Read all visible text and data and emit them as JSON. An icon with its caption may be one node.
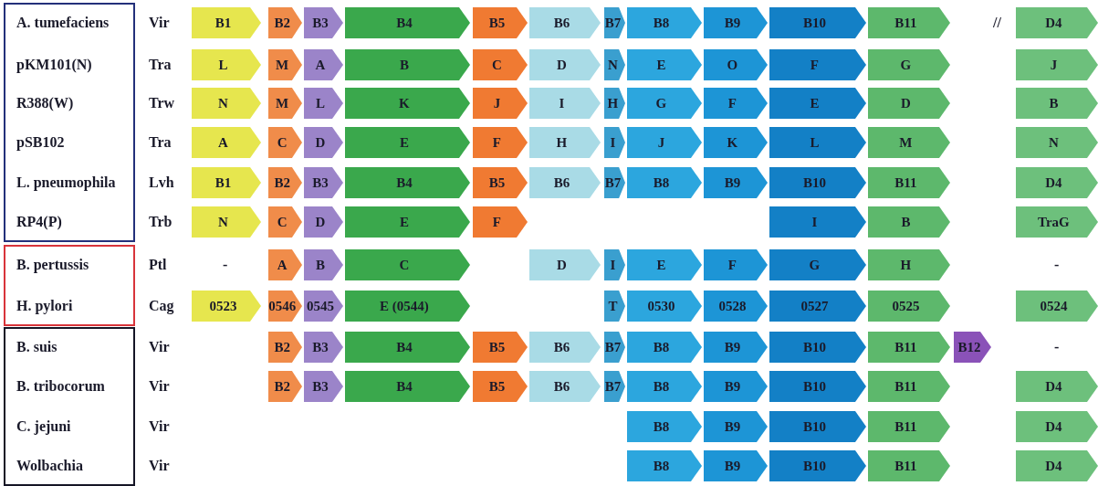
{
  "diagram": {
    "nodes": [
      {
        "text": [
          "A. tumefaciens",
          "pKM101(N)",
          "R388(W)",
          "pSB102",
          "L. pneumophila",
          "RP4(P)"
        ]
      },
      {
        "text": [
          "B. pertussis",
          "H. pylori"
        ]
      },
      {
        "text": [
          "B. suis",
          "B. tribocorum",
          "C. jejuni",
          "Wolbachia"
        ]
      },
      {
        "text": [
          "B1"
        ]
      },
      {
        "text": [
          "B2"
        ]
      },
      {
        "text": [
          "B3"
        ]
      },
      {
        "text": [
          "B4"
        ]
      },
      {
        "text": [
          "B5"
        ]
      },
      {
        "text": [
          "B6"
        ]
      },
      {
        "text": [
          "B7"
        ]
      },
      {
        "text": [
          "B8"
        ]
      },
      {
        "text": [
          "B9"
        ]
      },
      {
        "text": [
          "B10"
        ]
      },
      {
        "text": [
          "B11"
        ]
      },
      {
        "text": [
          "D4"
        ]
      },
      {
        "text": [
          "L"
        ]
      },
      {
        "text": [
          "M"
        ]
      },
      {
        "text": [
          "A"
        ]
      },
      {
        "text": [
          "B"
        ]
      },
      {
        "text": [
          "C"
        ]
      },
      {
        "text": [
          "D"
        ]
      },
      {
        "text": [
          "N"
        ]
      },
      {
        "text": [
          "E"
        ]
      },
      {
        "text": [
          "O"
        ]
      },
      {
        "text": [
          "F"
        ]
      },
      {
        "text": [
          "G"
        ]
      },
      {
        "text": [
          "J"
        ]
      },
      {
        "text": [
          "N"
        ]
      },
      {
        "text": [
          "M"
        ]
      },
      {
        "text": [
          "L"
        ]
      },
      {
        "text": [
          "K"
        ]
      },
      {
        "text": [
          "J"
        ]
      },
      {
        "text": [
          "I"
        ]
      },
      {
        "text": [
          "H"
        ]
      },
      {
        "text": [
          "G"
        ]
      },
      {
        "text": [
          "F"
        ]
      },
      {
        "text": [
          "E"
        ]
      },
      {
        "text": [
          "D"
        ]
      },
      {
        "text": [
          "B"
        ]
      },
      {
        "text": [
          "A"
        ]
      },
      {
        "text": [
          "C"
        ]
      },
      {
        "text": [
          "D"
        ]
      },
      {
        "text": [
          "E"
        ]
      },
      {
        "text": [
          "F"
        ]
      },
      {
        "text": [
          "H"
        ]
      },
      {
        "text": [
          "I"
        ]
      },
      {
        "text": [
          "J"
        ]
      },
      {
        "text": [
          "K"
        ]
      },
      {
        "text": [
          "L"
        ]
      },
      {
        "text": [
          "M"
        ]
      },
      {
        "text": [
          "N"
        ]
      },
      {
        "text": [
          "B1"
        ]
      },
      {
        "text": [
          "B2"
        ]
      },
      {
        "text": [
          "B3"
        ]
      },
      {
        "text": [
          "B4"
        ]
      },
      {
        "text": [
          "B5"
        ]
      },
      {
        "text": [
          "B6"
        ]
      },
      {
        "text": [
          "B7"
        ]
      },
      {
        "text": [
          "B8"
        ]
      },
      {
        "text": [
          "B9"
        ]
      },
      {
        "text": [
          "B10"
        ]
      },
      {
        "text": [
          "B11"
        ]
      },
      {
        "text": [
          "D4"
        ]
      },
      {
        "text": [
          "N"
        ]
      },
      {
        "text": [
          "C"
        ]
      },
      {
        "text": [
          "D"
        ]
      },
      {
        "text": [
          "E"
        ]
      },
      {
        "text": [
          "F"
        ]
      },
      {
        "text": [
          "I"
        ]
      },
      {
        "text": [
          "B"
        ]
      },
      {
        "text": [
          "TraG"
        ]
      },
      {
        "text": [
          "A"
        ]
      },
      {
        "text": [
          "B"
        ]
      },
      {
        "text": [
          "C"
        ]
      },
      {
        "text": [
          "D"
        ]
      },
      {
        "text": [
          "I"
        ]
      },
      {
        "text": [
          "E"
        ]
      },
      {
        "text": [
          "F"
        ]
      },
      {
        "text": [
          "G"
        ]
      },
      {
        "text": [
          "H"
        ]
      },
      {
        "text": [
          "0523"
        ]
      },
      {
        "text": [
          "0546"
        ]
      },
      {
        "text": [
          "0545"
        ]
      },
      {
        "text": [
          "E (0544)"
        ]
      },
      {
        "text": [
          "T"
        ]
      },
      {
        "text": [
          "0530"
        ]
      },
      {
        "text": [
          "0528"
        ]
      },
      {
        "text": [
          "0527"
        ]
      },
      {
        "text": [
          "0525"
        ]
      },
      {
        "text": [
          "0524"
        ]
      },
      {
        "text": [
          "B2"
        ]
      },
      {
        "text": [
          "B3"
        ]
      },
      {
        "text": [
          "B4"
        ]
      },
      {
        "text": [
          "B5"
        ]
      },
      {
        "text": [
          "B6"
        ]
      },
      {
        "text": [
          "B7"
        ]
      },
      {
        "text": [
          "B8"
        ]
      },
      {
        "text": [
          "B9"
        ]
      },
      {
        "text": [
          "B10"
        ]
      },
      {
        "text": [
          "B11"
        ]
      },
      {
        "text": [
          "B12"
        ]
      },
      {
        "text": [
          "B2"
        ]
      },
      {
        "text": [
          "B3"
        ]
      },
      {
        "text": [
          "B4"
        ]
      },
      {
        "text": [
          "B5"
        ]
      },
      {
        "text": [
          "B6"
        ]
      },
      {
        "text": [
          "B7"
        ]
      },
      {
        "text": [
          "B8"
        ]
      },
      {
        "text": [
          "B9"
        ]
      },
      {
        "text": [
          "B10"
        ]
      },
      {
        "text": [
          "B11"
        ]
      },
      {
        "text": [
          "D4"
        ]
      },
      {
        "text": [
          "B8"
        ]
      },
      {
        "text": [
          "B9"
        ]
      },
      {
        "text": [
          "B10"
        ]
      },
      {
        "text": [
          "B11"
        ]
      },
      {
        "text": [
          "D4"
        ]
      },
      {
        "text": [
          "B8"
        ]
      },
      {
        "text": [
          "B9"
        ]
      },
      {
        "text": [
          "B10"
        ]
      },
      {
        "text": [
          "B11"
        ]
      },
      {
        "text": [
          "D4"
        ]
      }
    ],
    "labels": [
      "Vir",
      "//",
      "Tra",
      "Trw",
      "Tra",
      "Lvh",
      "Trb",
      "Ptl",
      "-",
      "-",
      "Cag",
      "Vir",
      "-",
      "Vir",
      "Vir",
      "Vir"
    ]
  }
}
